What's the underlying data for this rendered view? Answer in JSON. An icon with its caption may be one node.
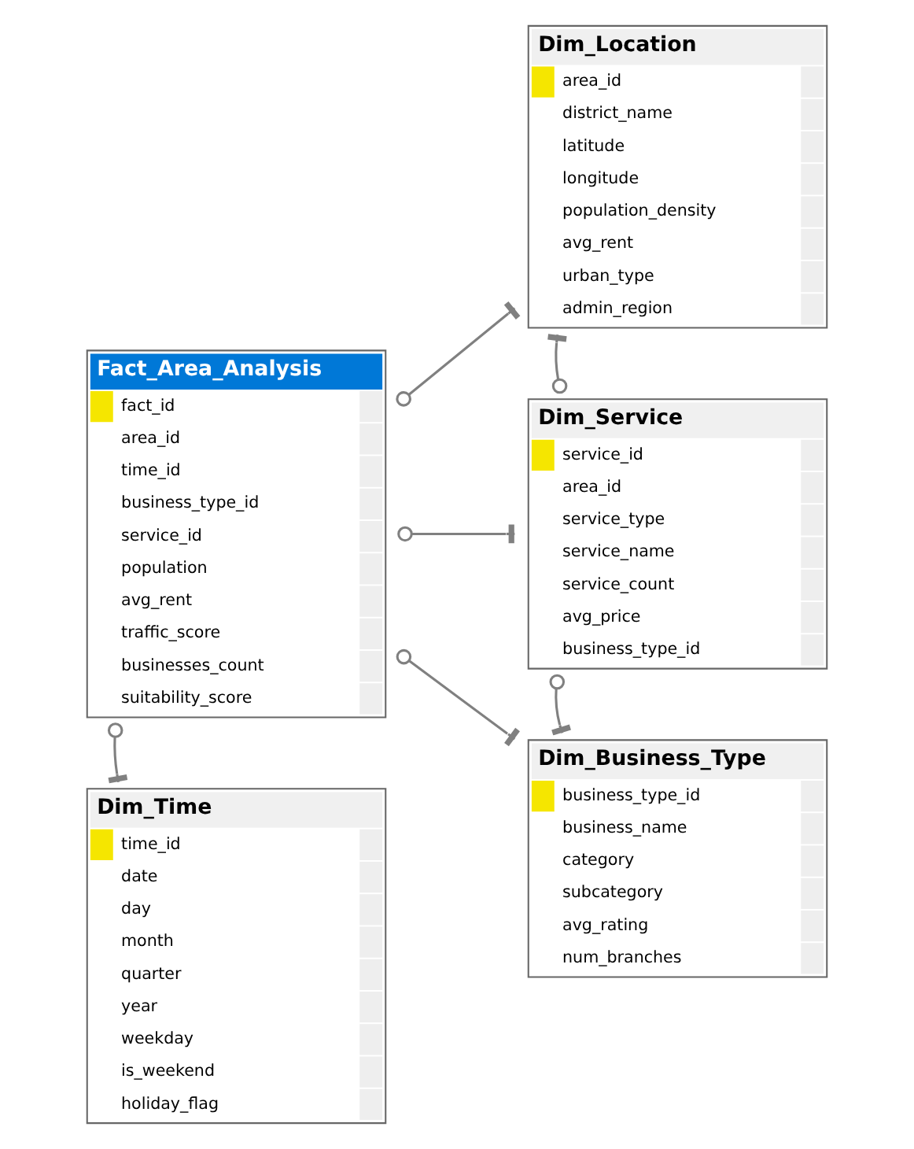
{
  "diagram": {
    "nodes": [
      {
        "text": [
          "Dim_Location",
          "area_id",
          "district_name",
          "latitude",
          "longitude",
          "population_density",
          "avg_rent",
          "urban_type",
          "admin_region"
        ]
      },
      {
        "text": [
          "Fact_Area_Analysis",
          "fact_id",
          "area_id",
          "time_id",
          "business_type_id",
          "service_id",
          "population",
          "avg_rent",
          "traffic_score",
          "businesses_count",
          "suitability_score"
        ]
      },
      {
        "text": [
          "Dim_Service",
          "service_id",
          "area_id",
          "service_type",
          "service_name",
          "service_count",
          "avg_price",
          "business_type_id"
        ]
      },
      {
        "text": [
          "Dim_Time",
          "time_id",
          "date",
          "day",
          "month",
          "quarter",
          "year",
          "weekday",
          "is_weekend",
          "holiday_flag"
        ]
      },
      {
        "text": [
          "Dim_Business_Type",
          "business_type_id",
          "business_name",
          "category",
          "subcategory",
          "avg_rating",
          "num_branches"
        ]
      }
    ],
    "edges": [
      {
        "from": 1,
        "to": 0,
        "arrow": "other"
      },
      {
        "from": 1,
        "to": 2,
        "arrow": "other"
      },
      {
        "from": 1,
        "to": 4,
        "arrow": "other"
      },
      {
        "from": 1,
        "to": 3,
        "arrow": "other"
      },
      {
        "from": 2,
        "to": 0,
        "arrow": "other"
      },
      {
        "from": 2,
        "to": 4,
        "arrow": "other"
      }
    ]
  }
}
